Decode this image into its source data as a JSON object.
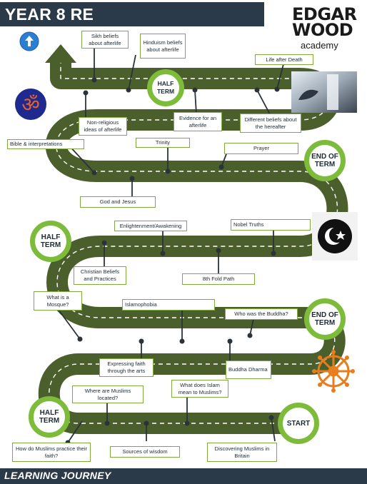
{
  "header": {
    "title": "YEAR 8 RE"
  },
  "footer": {
    "text": "LEARNING JOURNEY"
  },
  "logo": {
    "line1": "EDGAR",
    "line2": "WOOD",
    "line3": "academy"
  },
  "colors": {
    "road": "#4a5f2c",
    "ring": "#7dbb3a",
    "header": "#2b3a48",
    "label_border": "#7eaa3f"
  },
  "milestones": {
    "start": "START",
    "half_term_1": "HALF TERM",
    "end_of_term_1": "END OF TERM",
    "half_term_2": "HALF TERM",
    "end_of_term_2": "END OF TERM",
    "half_term_3": "HALF TERM"
  },
  "topics": {
    "sikh": "Sikh beliefs about afterlife",
    "hinduism": "Hinduism beliefs about afterlife",
    "life_after_death": "Life after Death",
    "non_religious": "Non-religious ideas of afterlife",
    "evidence": "Evidence for an afterlife",
    "different_beliefs": "Different beliefs about the hereafter",
    "bible": "Bible & interpretations",
    "trinity": "Trinity",
    "prayer": "Prayer",
    "god_jesus": "God and Jesus",
    "enlightenment": "Enlightenment/Awakening",
    "nobel_truths": "Nobel Truths",
    "christian_beliefs": "Christian Beliefs and Practices",
    "eightfold": "8th Fold Path",
    "mosque": "What is a Mosque?",
    "islamophobia": "Islamophobia",
    "buddha": "Who was the Buddha?",
    "expressing": "Expressing faith through the arts",
    "dharma": "Buddha Dharma",
    "where_muslims": "Where are Muslims located?",
    "islam_mean": "What does Islam mean to Muslims?",
    "how_muslims": "How do Muslims practice their faith?",
    "sources": "Sources of wisdom",
    "discovering": "Discovering Muslims in Britain"
  },
  "icons": {
    "up_arrow": "up-arrow-icon",
    "om": "om-icon",
    "crescent": "crescent-star-icon",
    "dharma_wheel": "dharma-wheel-icon",
    "heaven": "afterlife-image"
  }
}
